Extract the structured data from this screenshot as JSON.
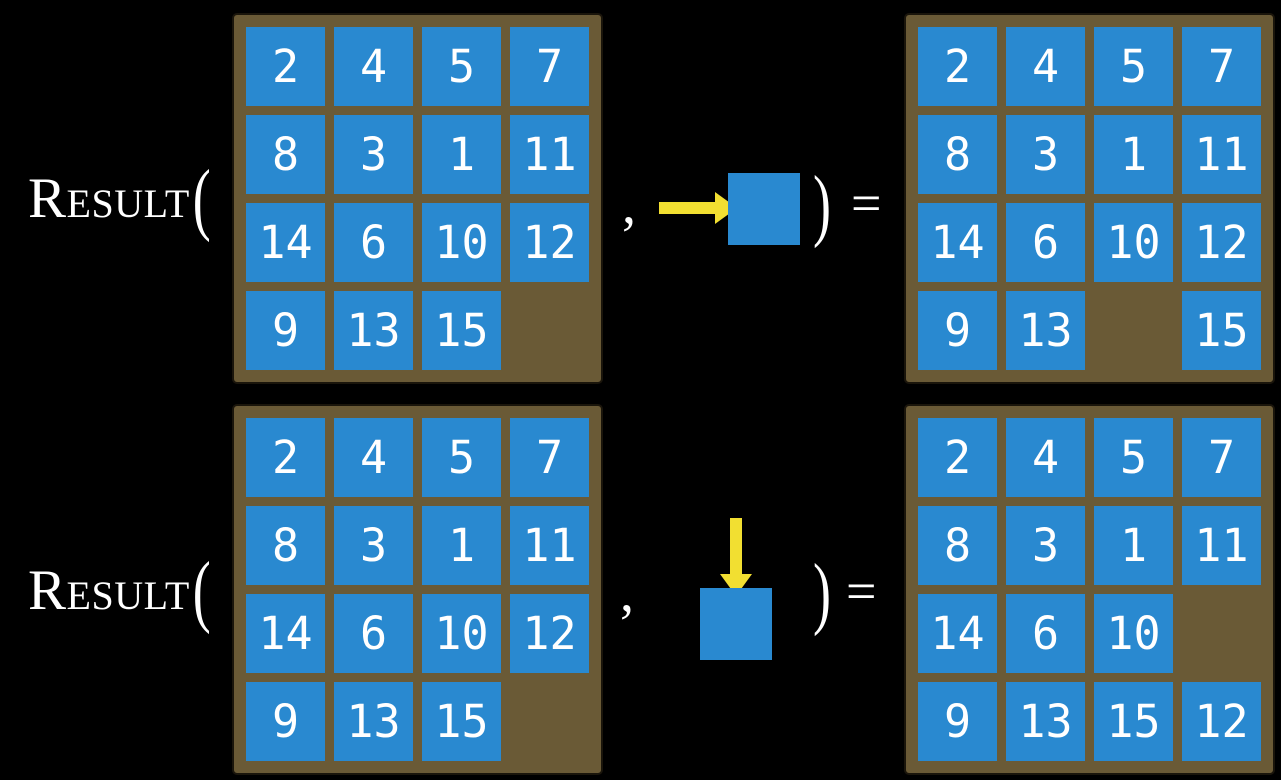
{
  "colors": {
    "bg": "#000000",
    "board": "#6a5a36",
    "board-border": "#1a150b",
    "tile": "#2989d0",
    "arrow": "#f2df31",
    "text": "#ffffff"
  },
  "examples": [
    {
      "function_label": "Result",
      "open_paren": "(",
      "comma": ",",
      "close_paren": ")",
      "equals": "=",
      "move": {
        "direction": "right",
        "icon": "arrow-right-icon"
      },
      "input_board": [
        [
          "2",
          "4",
          "5",
          "7"
        ],
        [
          "8",
          "3",
          "1",
          "11"
        ],
        [
          "14",
          "6",
          "10",
          "12"
        ],
        [
          "9",
          "13",
          "15",
          ""
        ]
      ],
      "output_board": [
        [
          "2",
          "4",
          "5",
          "7"
        ],
        [
          "8",
          "3",
          "1",
          "11"
        ],
        [
          "14",
          "6",
          "10",
          "12"
        ],
        [
          "9",
          "13",
          "",
          "15"
        ]
      ]
    },
    {
      "function_label": "Result",
      "open_paren": "(",
      "comma": ",",
      "close_paren": ")",
      "equals": "=",
      "move": {
        "direction": "down",
        "icon": "arrow-down-icon"
      },
      "input_board": [
        [
          "2",
          "4",
          "5",
          "7"
        ],
        [
          "8",
          "3",
          "1",
          "11"
        ],
        [
          "14",
          "6",
          "10",
          "12"
        ],
        [
          "9",
          "13",
          "15",
          ""
        ]
      ],
      "output_board": [
        [
          "2",
          "4",
          "5",
          "7"
        ],
        [
          "8",
          "3",
          "1",
          "11"
        ],
        [
          "14",
          "6",
          "10",
          ""
        ],
        [
          "9",
          "13",
          "15",
          "12"
        ]
      ]
    }
  ]
}
